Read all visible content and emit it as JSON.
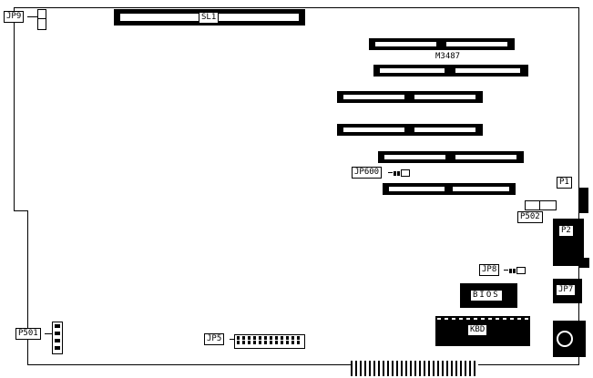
{
  "diagram_title": "Motherboard jumper/connector location diagram",
  "colors": {
    "background": "#ffffff",
    "ink": "#000000"
  },
  "labels": {
    "jp9": "JP9",
    "sl1": "SL1",
    "chip": "M3487",
    "jp600": "JP600",
    "p1": "P1",
    "p502": "P502",
    "p2": "P2",
    "jp8": "JP8",
    "jp7": "JP7",
    "bios": "BIOS",
    "kbd": "KBD",
    "p501": "P501",
    "jp5": "JP5"
  }
}
